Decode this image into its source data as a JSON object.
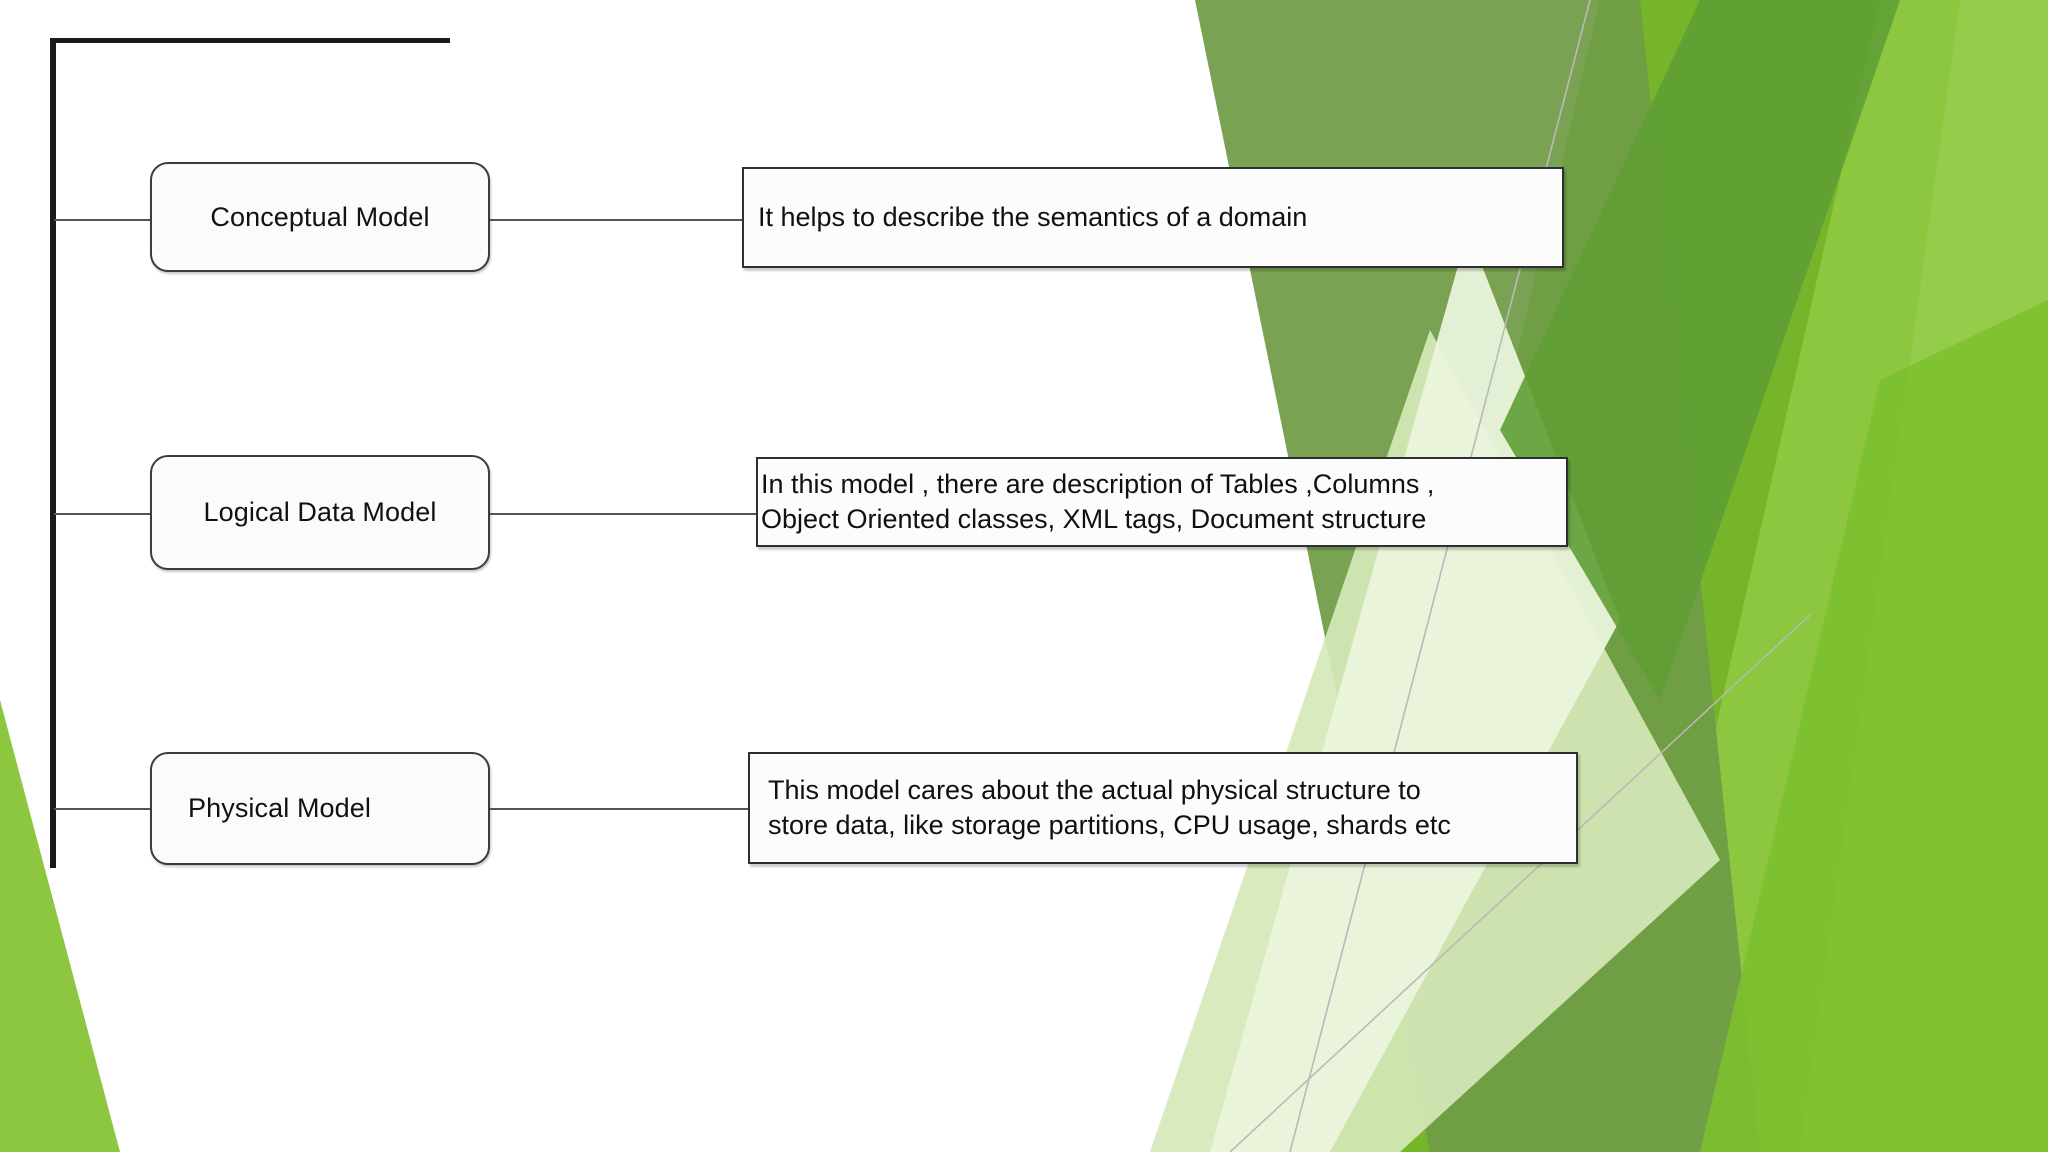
{
  "slide": {
    "background_color": "#ffffff",
    "accent_colors": {
      "green_bright": "#8dc63f",
      "green_mid": "#76b52a",
      "green_dark": "#5f9e35",
      "green_olive": "#6f9c46",
      "green_pale": "#d5e8b8",
      "green_palest": "#eaf4dc",
      "line_dark": "#1a1a1a",
      "line_thin": "#555555"
    }
  },
  "diagram": {
    "type": "tree",
    "root_label": "",
    "nodes": [
      {
        "id": "conceptual",
        "label": "Conceptual Model",
        "align": "center",
        "description_lines": [
          "It helps to describe the semantics of a domain"
        ]
      },
      {
        "id": "logical",
        "label": "Logical Data Model",
        "align": "center",
        "description_lines": [
          "In this model , there are description of Tables ,Columns ,",
          "Object Oriented classes, XML tags, Document structure"
        ]
      },
      {
        "id": "physical",
        "label": "Physical Model",
        "align": "left",
        "description_lines": [
          "This model cares about the actual physical structure to",
          "store data, like storage partitions, CPU usage, shards etc"
        ]
      }
    ]
  }
}
